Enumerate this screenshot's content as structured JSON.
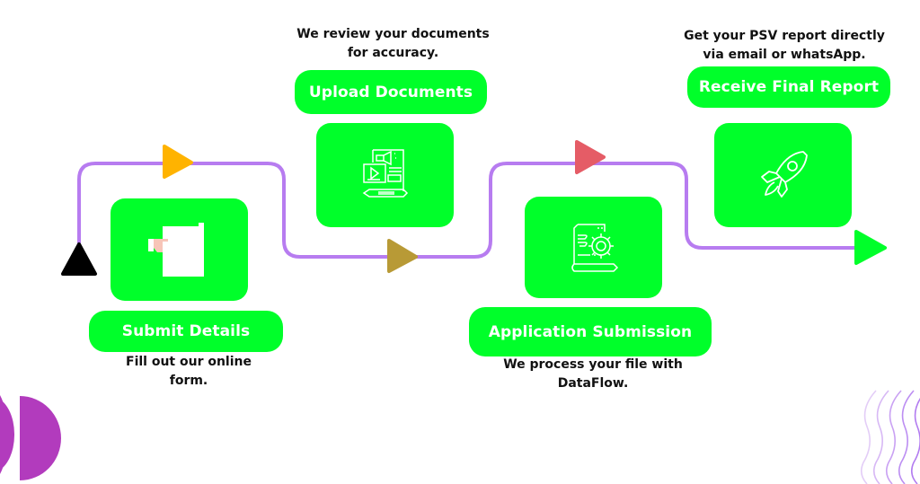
{
  "colors": {
    "card_green": "#00ff2a",
    "path_purple": "#b77cf0",
    "marker_start": "#000000",
    "marker_1": "#ffb300",
    "marker_2": "#b89a36",
    "marker_3": "#e55c66",
    "marker_end": "#00ff2a",
    "decor_purple": "#b23bbd"
  },
  "steps": [
    {
      "title": "Submit Details",
      "description_line1": "Fill out our online",
      "description_line2": "form.",
      "icon": "document-hand-icon"
    },
    {
      "title": "Upload Documents",
      "description_line1": "We review your documents",
      "description_line2": "for accuracy.",
      "icon": "media-document-icon"
    },
    {
      "title": "Application Submission",
      "description_line1": "We process your file with",
      "description_line2": "DataFlow.",
      "icon": "document-gear-icon"
    },
    {
      "title": "Receive Final Report",
      "description_line1": "Get your PSV report directly",
      "description_line2": "via email or whatsApp.",
      "icon": "rocket-icon"
    }
  ]
}
